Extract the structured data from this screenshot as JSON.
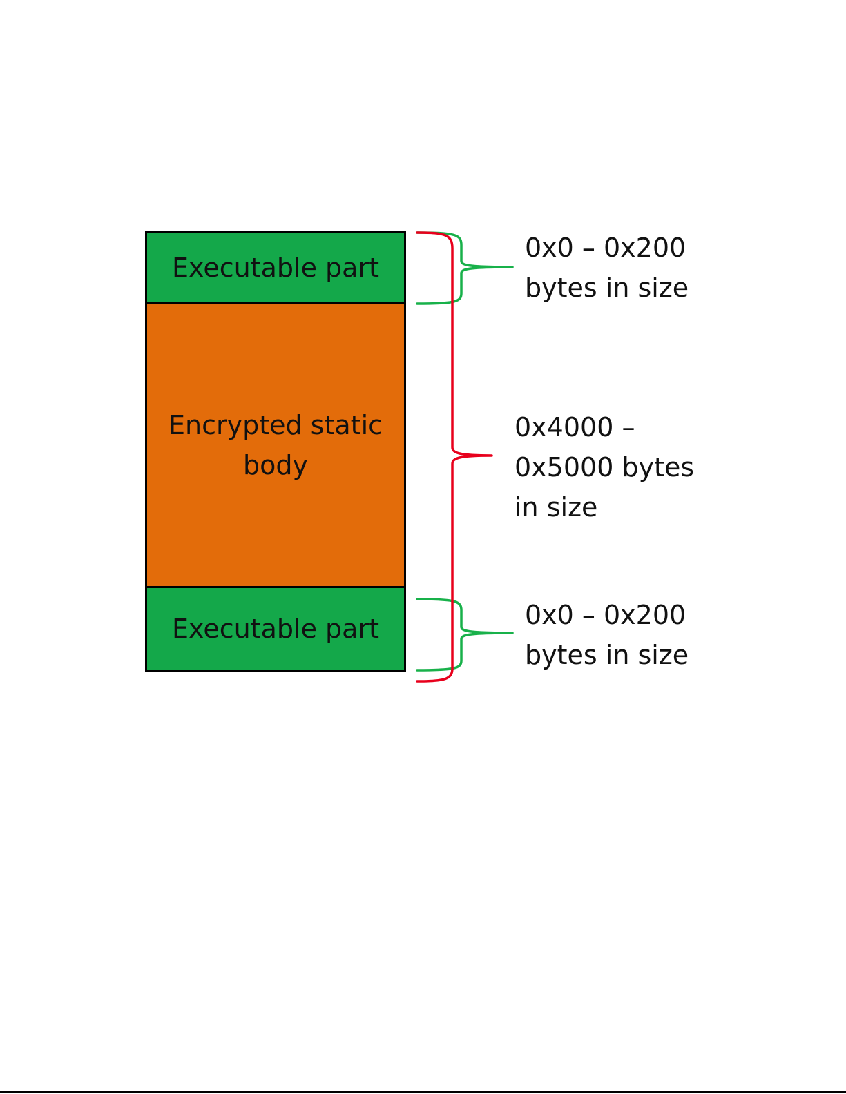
{
  "blocks": {
    "top": {
      "label": "Executable part"
    },
    "middle": {
      "line1": "Encrypted static",
      "line2": "body"
    },
    "bottom": {
      "label": "Executable part"
    }
  },
  "annotations": {
    "top": {
      "line1": "0x0 – 0x200",
      "line2": "bytes in size"
    },
    "middle": {
      "line1": "0x4000 –",
      "line2": "0x5000 bytes",
      "line3": "in size"
    },
    "bottom": {
      "line1": "0x0 – 0x200",
      "line2": "bytes in size"
    }
  },
  "colors": {
    "executable": "#14a84a",
    "encrypted": "#e36c0a",
    "brace_green": "#18b14a",
    "brace_red": "#e8001c"
  }
}
